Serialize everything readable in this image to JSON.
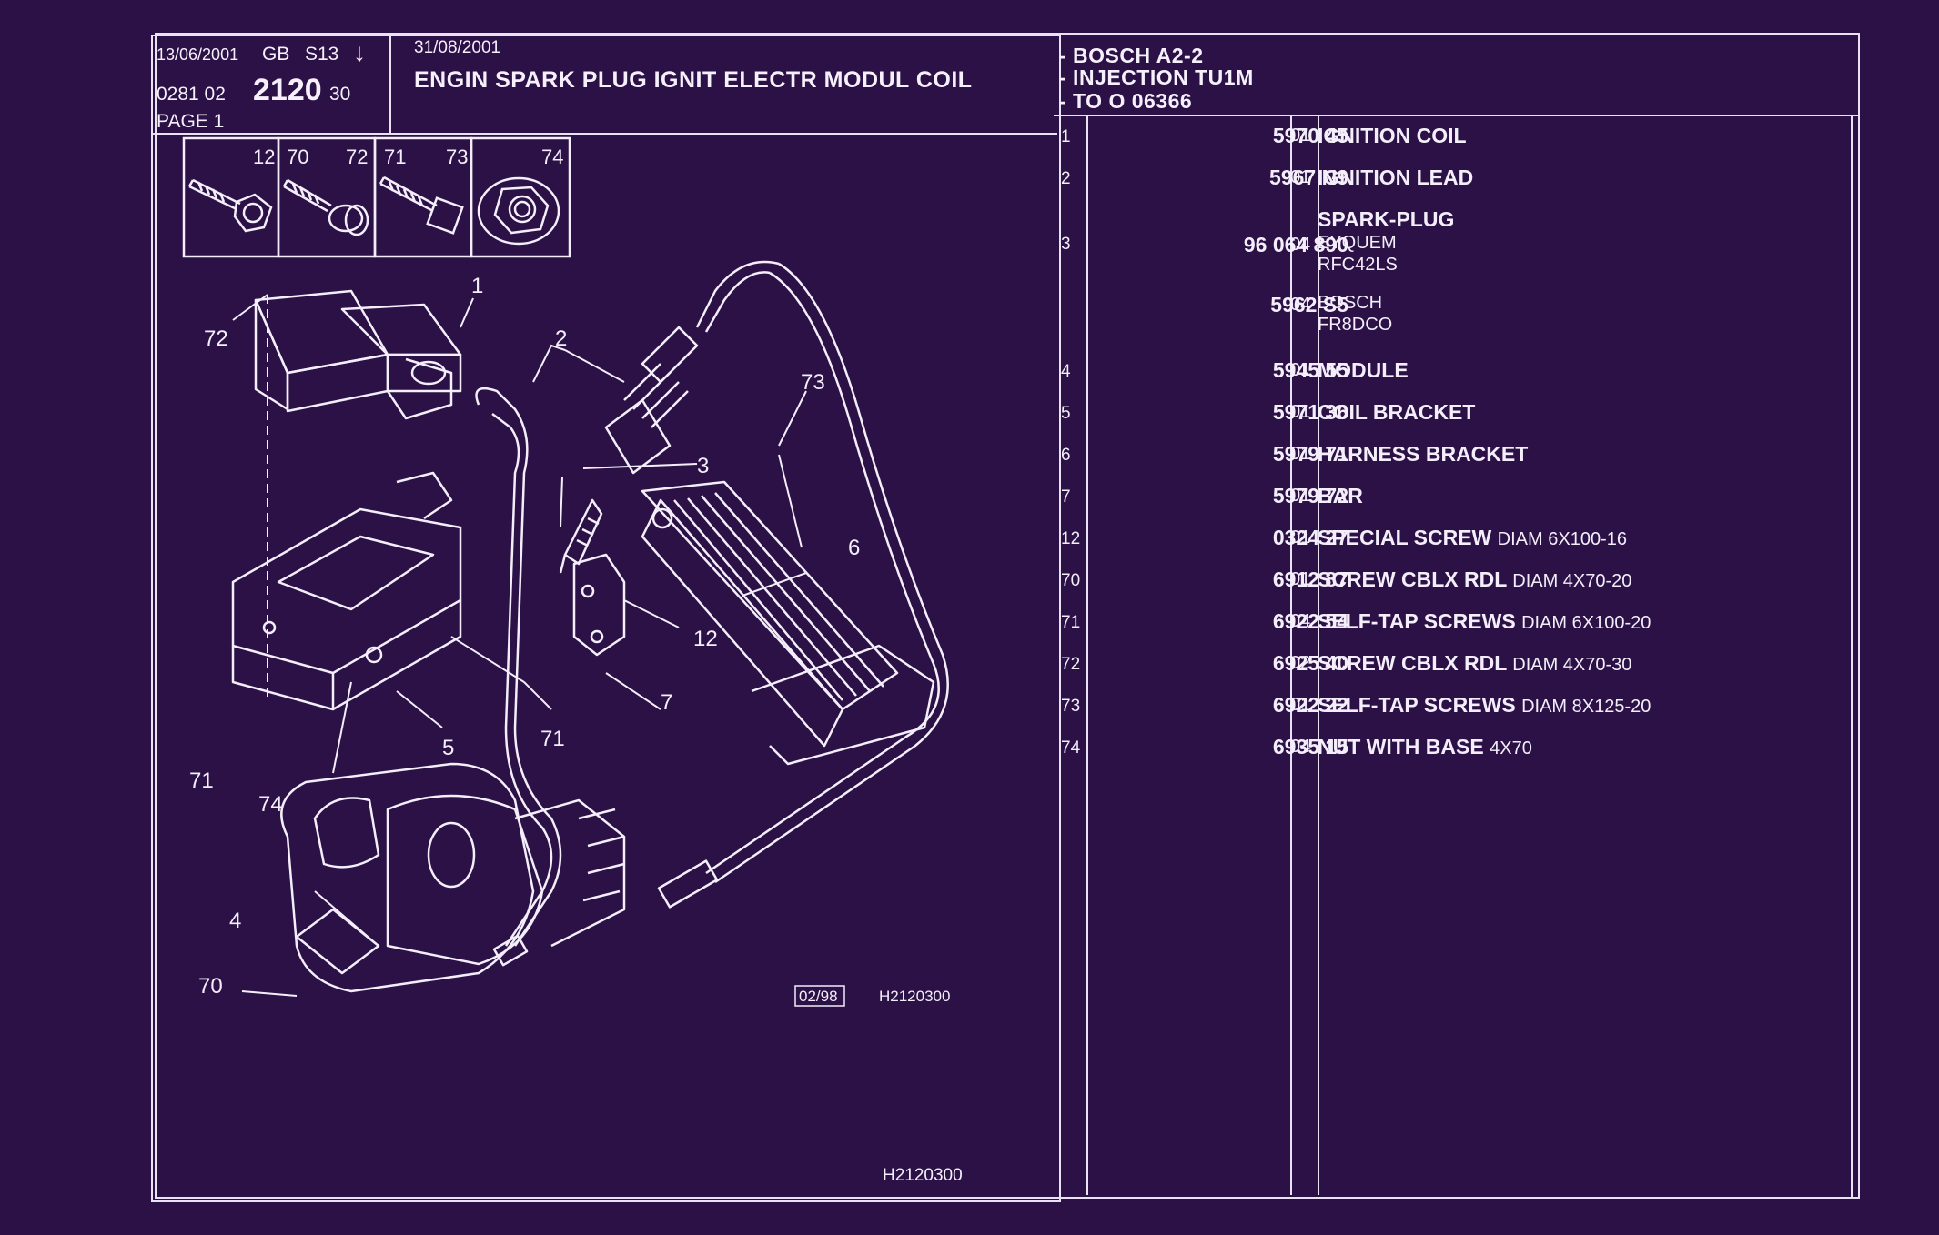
{
  "header": {
    "date1": "13/06/2001",
    "country": "GB",
    "code": "S13",
    "arrow": "↓",
    "catalog_prefix": "0281  02",
    "catalog_main": "2120",
    "catalog_suffix": "30",
    "page": "PAGE  1",
    "date2": "31/08/2001",
    "title": "ENGIN SPARK PLUG IGNIT ELECTR MODUL COIL"
  },
  "specs": [
    "- BOSCH A2-2",
    "- INJECTION TU1M",
    "- TO  O    06366"
  ],
  "thumbnails": [
    {
      "labels": [
        "12"
      ]
    },
    {
      "labels": [
        "70",
        "72"
      ]
    },
    {
      "labels": [
        "71",
        "73"
      ]
    },
    {
      "labels": [
        "74"
      ]
    }
  ],
  "diagram": {
    "callouts": [
      "1",
      "2",
      "3",
      "4",
      "5",
      "6",
      "7",
      "12",
      "70",
      "71",
      "71",
      "72",
      "73",
      "74"
    ],
    "stamp_date": "02/98",
    "ref_code": "H2120300",
    "footer_code": "H2120300"
  },
  "parts": [
    {
      "num": "1",
      "ref": "5970 45",
      "qty": "01",
      "desc": "IGNITION COIL",
      "sub": ""
    },
    {
      "num": "2",
      "ref": "5967 N9",
      "qty": "01",
      "desc": "IGNITION LEAD",
      "sub": ""
    },
    {
      "num": "3",
      "ref": "96 064 890",
      "qty": "04",
      "desc": "SPARK-PLUG",
      "sub": "",
      "extra": [
        "EYQUEM",
        "RFC42LS"
      ]
    },
    {
      "num": "",
      "ref": "5962 S5",
      "qty": "04",
      "desc": "",
      "sub": "",
      "extra": [
        "BOSCH",
        "FR8DCO"
      ]
    },
    {
      "num": "4",
      "ref": "5945 55",
      "qty": "01",
      "desc": "MODULE",
      "sub": ""
    },
    {
      "num": "5",
      "ref": "5971 36",
      "qty": "01",
      "desc": "COIL BRACKET",
      "sub": ""
    },
    {
      "num": "6",
      "ref": "5979 71",
      "qty": "01",
      "desc": "HARNESS BRACKET",
      "sub": ""
    },
    {
      "num": "7",
      "ref": "5979 72",
      "qty": "01",
      "desc": "BAR",
      "sub": ""
    },
    {
      "num": "12",
      "ref": "0324 27",
      "qty": "01",
      "desc": "SPECIAL SCREW",
      "sub": "DIAM 6X100-16"
    },
    {
      "num": "70",
      "ref": "6912 87",
      "qty": "01",
      "desc": "SCREW CBLX RDL",
      "sub": "DIAM 4X70-20"
    },
    {
      "num": "71",
      "ref": "6922 54",
      "qty": "04",
      "desc": "SELF-TAP SCREWS",
      "sub": "DIAM 6X100-20"
    },
    {
      "num": "72",
      "ref": "6925 40",
      "qty": "02",
      "desc": "SCREW CBLX RDL",
      "sub": "DIAM 4X70-30"
    },
    {
      "num": "73",
      "ref": "6922 22",
      "qty": "01",
      "desc": "SELF-TAP SCREWS",
      "sub": "DIAM 8X125-20"
    },
    {
      "num": "74",
      "ref": "6935 15",
      "qty": "04",
      "desc": "NUT WITH BASE",
      "sub": "4X70"
    }
  ]
}
